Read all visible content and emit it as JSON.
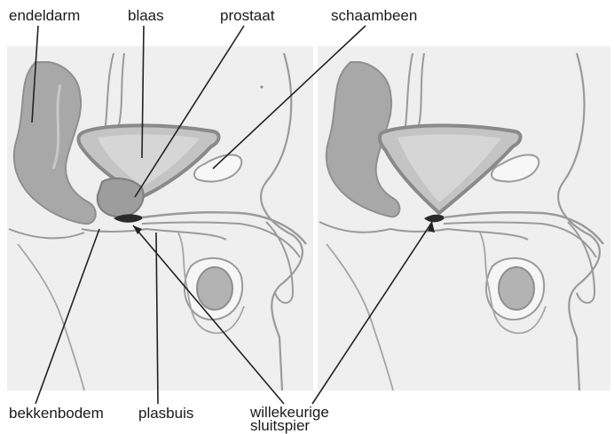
{
  "labels": {
    "endeldarm": "endeldarm",
    "blaas": "blaas",
    "prostaat": "prostaat",
    "schaambeen": "schaambeen",
    "bekkenbodem": "bekkenbodem",
    "plasbuis": "plasbuis",
    "sluitspier_line1": "willekeurige",
    "sluitspier_line2": "sluitspier"
  },
  "colors": {
    "panel": "#efefef",
    "outline": "#9a9a9a",
    "organ": "#b5b5b5",
    "organ_dark": "#8a8a8a",
    "line": "#222222"
  }
}
